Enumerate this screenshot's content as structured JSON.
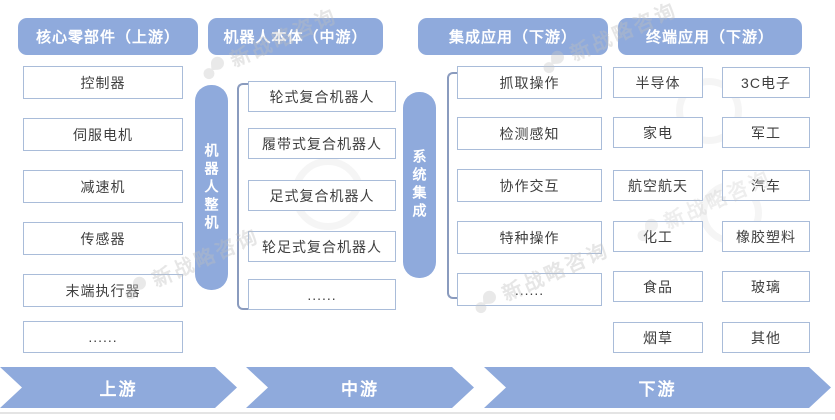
{
  "headers": [
    "核心零部件（上游）",
    "机器人本体（中游）",
    "集成应用（下游）",
    "终端应用（下游）"
  ],
  "upstream": {
    "items": [
      "控制器",
      "伺服电机",
      "减速机",
      "传感器",
      "末端执行器",
      "......"
    ]
  },
  "midstream": {
    "bar_label": "机器人整机",
    "items": [
      "轮式复合机器人",
      "履带式复合机器人",
      "足式复合机器人",
      "轮足式复合机器人",
      "......"
    ]
  },
  "integration": {
    "bar_label": "系统集成",
    "items": [
      "抓取操作",
      "检测感知",
      "协作交互",
      "特种操作",
      "......"
    ]
  },
  "terminal": {
    "left": [
      "半导体",
      "家电",
      "航空航天",
      "化工",
      "食品",
      "烟草"
    ],
    "right": [
      "3C电子",
      "军工",
      "汽车",
      "橡胶塑料",
      "玻璃",
      "其他"
    ]
  },
  "flow": {
    "stages": [
      "上游",
      "中游",
      "下游"
    ]
  },
  "watermark": {
    "text": "新战略咨询"
  },
  "colors": {
    "accent": "#8FAADC",
    "box_border": "#A9BCD9",
    "bracket": "#8A9BBE",
    "text_dark": "#3F3F3F",
    "header_text": "#FFFFFF"
  }
}
